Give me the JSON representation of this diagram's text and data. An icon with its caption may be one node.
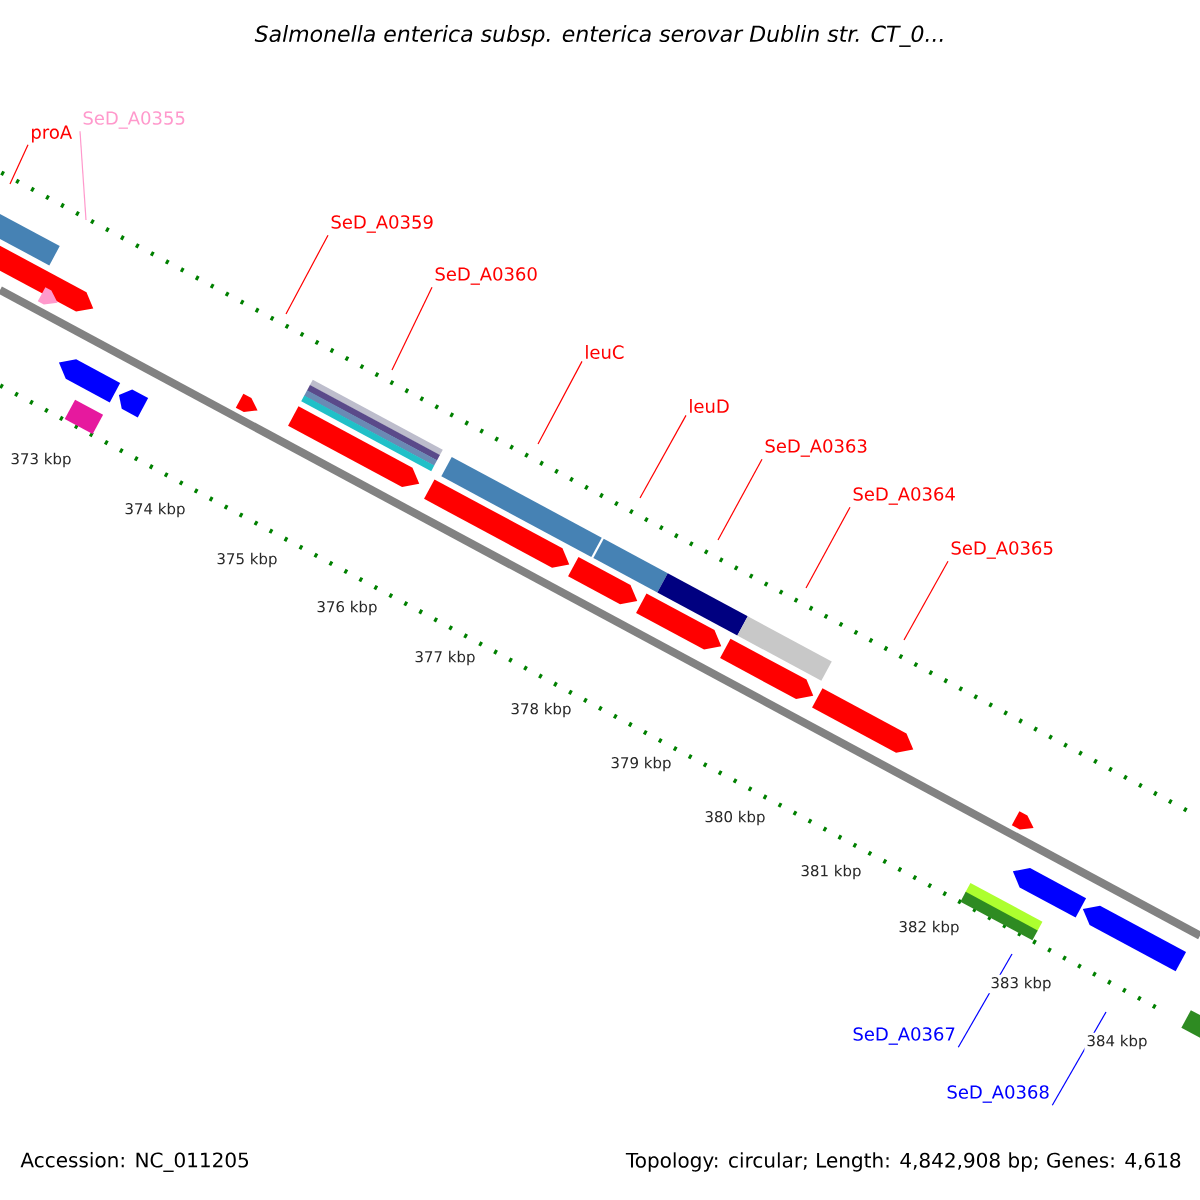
{
  "diagram": {
    "title": "Salmonella enterica subsp. enterica serovar Dublin str. CT_0...",
    "nodes": [
      {
        "text": [
          "proA"
        ]
      },
      {
        "text": [
          "SeD_A0355"
        ]
      },
      {
        "text": [
          "SeD_A0359"
        ]
      },
      {
        "text": [
          "SeD_A0360"
        ]
      },
      {
        "text": [
          "leuC"
        ]
      },
      {
        "text": [
          "leuD"
        ]
      },
      {
        "text": [
          "SeD_A0363"
        ]
      },
      {
        "text": [
          "SeD_A0364"
        ]
      },
      {
        "text": [
          "SeD_A0365"
        ]
      },
      {
        "text": [
          "SeD_A0367"
        ]
      },
      {
        "text": [
          "SeD_A0368"
        ]
      }
    ],
    "edges": [
      {
        "from": 0,
        "to": null,
        "arrow": "none"
      },
      {
        "from": 1,
        "to": null,
        "arrow": "none",
        "color": "#ff99cc"
      },
      {
        "from": 2,
        "to": null,
        "arrow": "none"
      },
      {
        "from": 3,
        "to": null,
        "arrow": "none"
      },
      {
        "from": 4,
        "to": null,
        "arrow": "none"
      },
      {
        "from": 5,
        "to": null,
        "arrow": "none"
      },
      {
        "from": 6,
        "to": null,
        "arrow": "none"
      },
      {
        "from": 7,
        "to": null,
        "arrow": "none"
      },
      {
        "from": 8,
        "to": null,
        "arrow": "none"
      },
      {
        "from": 9,
        "to": null,
        "arrow": "none",
        "color": "#0000ff"
      },
      {
        "from": 10,
        "to": null,
        "arrow": "none",
        "color": "#0000ff"
      }
    ],
    "labels": [
      "373 kbp",
      "374 kbp",
      "375 kbp",
      "376 kbp",
      "377 kbp",
      "378 kbp",
      "379 kbp",
      "380 kbp",
      "381 kbp",
      "382 kbp",
      "383 kbp",
      "384 kbp",
      "Accession: NC_011205",
      "Topology: circular; Length: 4,842,908 bp; Genes: 4,618"
    ]
  }
}
